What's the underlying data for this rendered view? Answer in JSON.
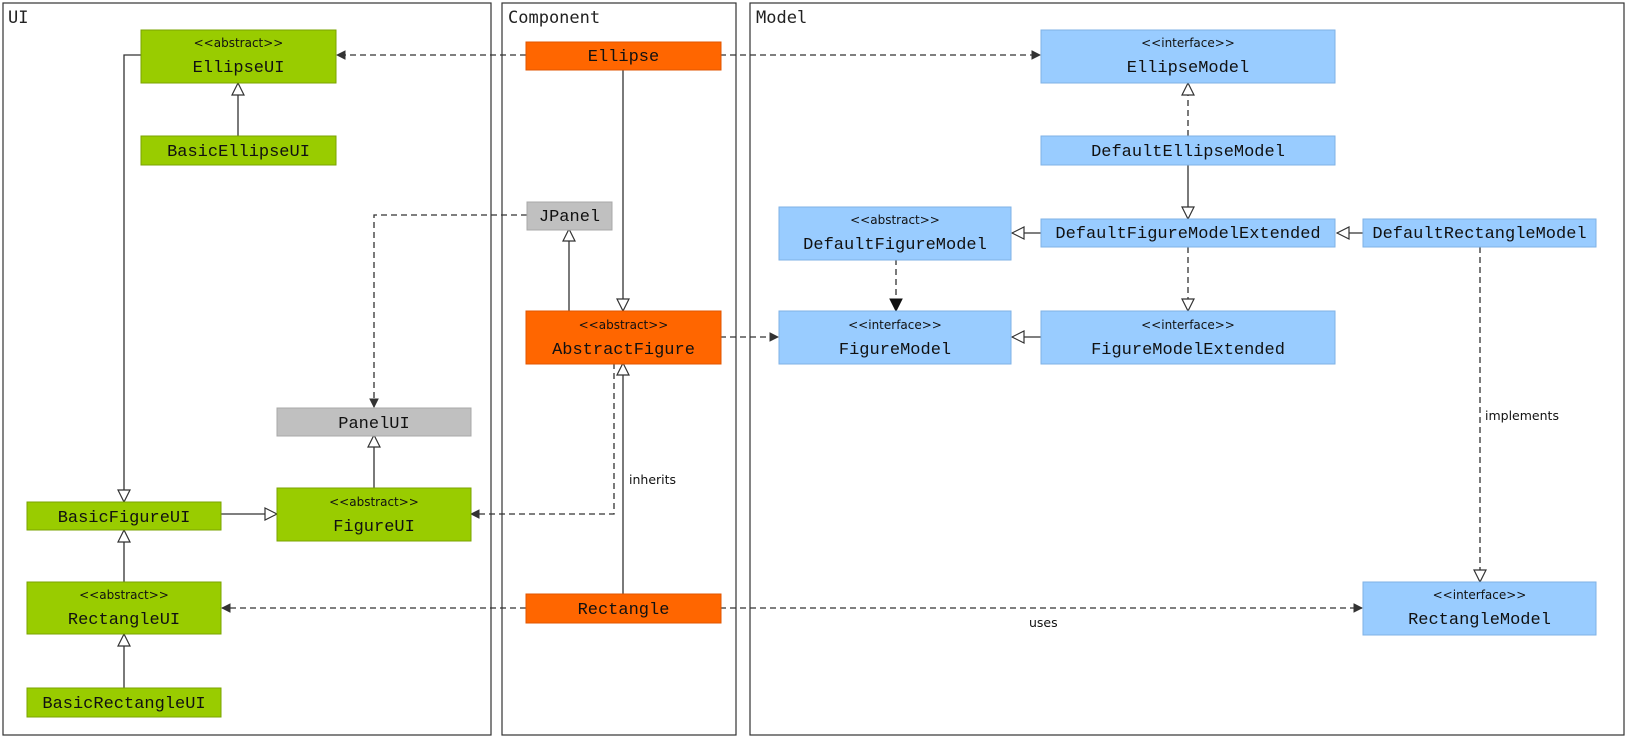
{
  "colors": {
    "ui_green": "#99cc00",
    "component_orange": "#ff6600",
    "model_blue": "#99ccff",
    "swing_gray": "#c0c0c0",
    "line": "#333333"
  },
  "panels": {
    "ui": "UI",
    "component": "Component",
    "model": "Model"
  },
  "boxes": {
    "ellipse_ui": {
      "stereotype": "<<abstract>>",
      "name": "EllipseUI"
    },
    "basic_ellipse_ui": {
      "stereotype": "",
      "name": "BasicEllipseUI"
    },
    "panel_ui": {
      "stereotype": "",
      "name": "PanelUI"
    },
    "basic_figure_ui": {
      "stereotype": "",
      "name": "BasicFigureUI"
    },
    "figure_ui": {
      "stereotype": "<<abstract>>",
      "name": "FigureUI"
    },
    "rectangle_ui": {
      "stereotype": "<<abstract>>",
      "name": "RectangleUI"
    },
    "basic_rectangle_ui": {
      "stereotype": "",
      "name": "BasicRectangleUI"
    },
    "ellipse": {
      "stereotype": "",
      "name": "Ellipse"
    },
    "jpanel": {
      "stereotype": "",
      "name": "JPanel"
    },
    "abstract_figure": {
      "stereotype": "<<abstract>>",
      "name": "AbstractFigure"
    },
    "rectangle": {
      "stereotype": "",
      "name": "Rectangle"
    },
    "ellipse_model": {
      "stereotype": "<<interface>>",
      "name": "EllipseModel"
    },
    "default_ellipse_model": {
      "stereotype": "",
      "name": "DefaultEllipseModel"
    },
    "default_figure_model": {
      "stereotype": "<<abstract>>",
      "name": "DefaultFigureModel"
    },
    "default_figure_model_extended": {
      "stereotype": "",
      "name": "DefaultFigureModelExtended"
    },
    "default_rectangle_model": {
      "stereotype": "",
      "name": "DefaultRectangleModel"
    },
    "figure_model": {
      "stereotype": "<<interface>>",
      "name": "FigureModel"
    },
    "figure_model_extended": {
      "stereotype": "<<interface>>",
      "name": "FigureModelExtended"
    },
    "rectangle_model": {
      "stereotype": "<<interface>>",
      "name": "RectangleModel"
    }
  },
  "edge_labels": {
    "inherits": "inherits",
    "implements": "implements",
    "uses": "uses"
  }
}
